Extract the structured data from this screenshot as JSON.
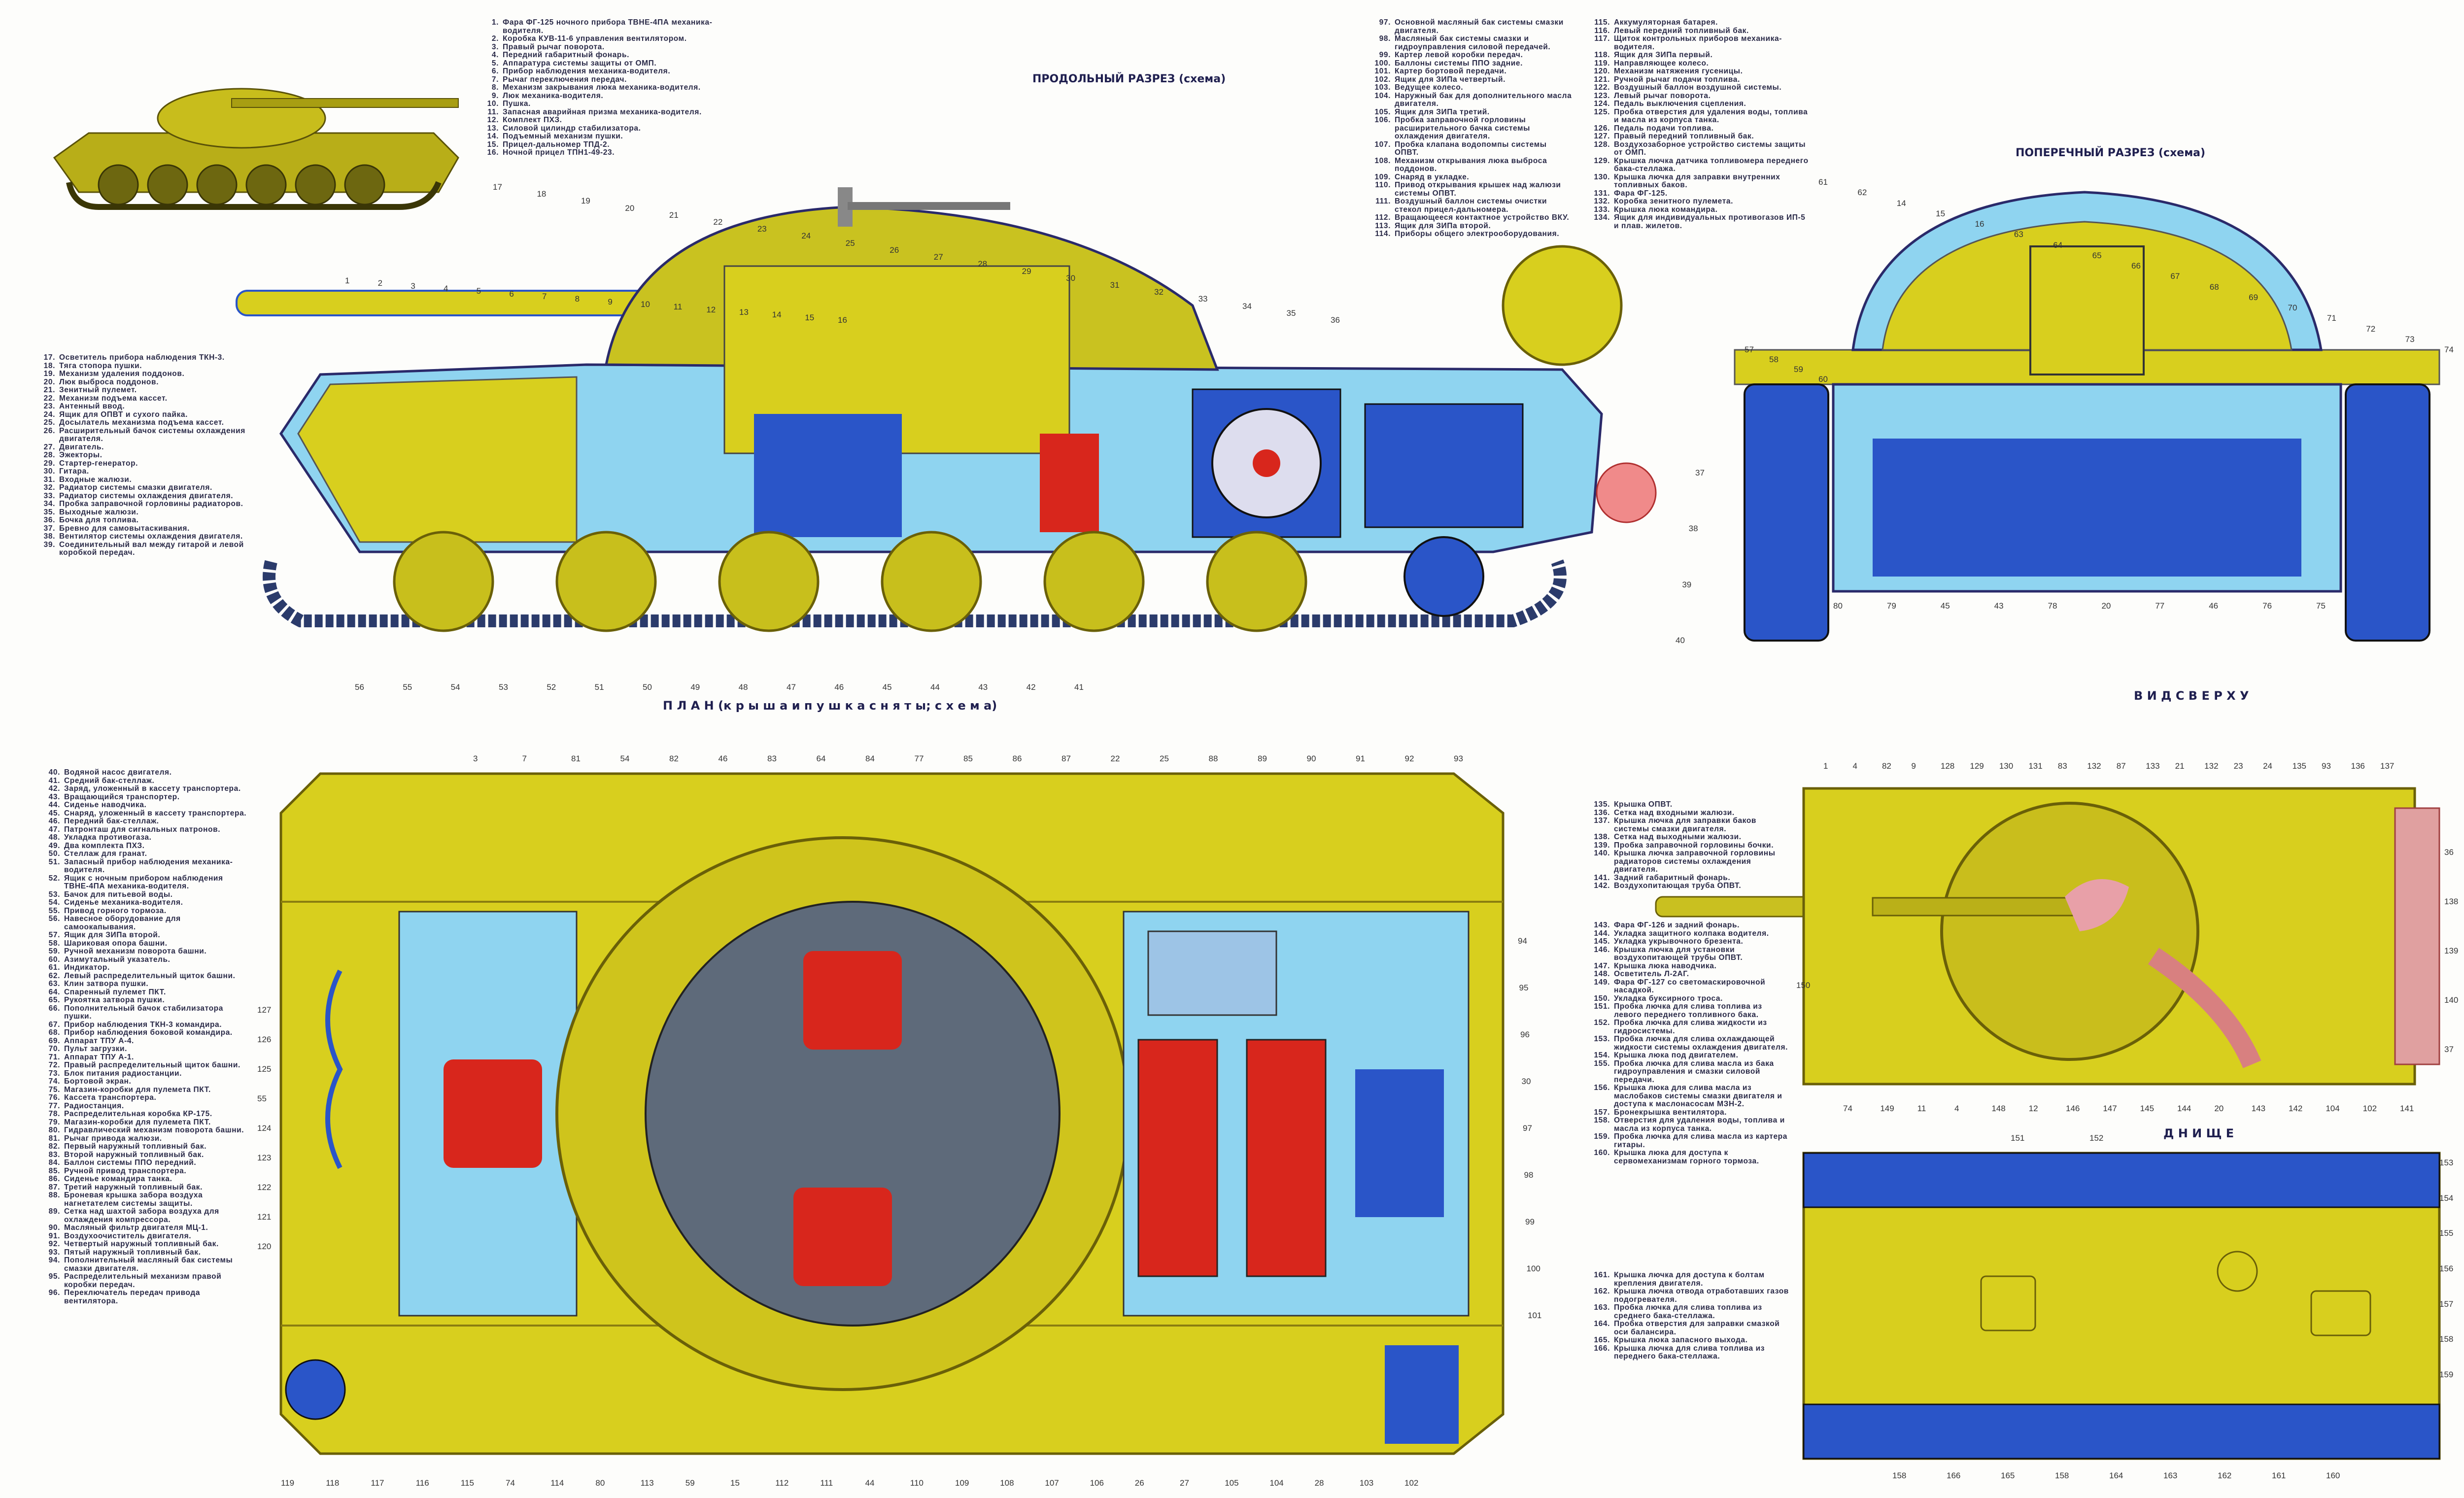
{
  "headings": {
    "longitudinal": "ПРОДОЛЬНЫЙ РАЗРЕЗ (схема)",
    "transverse": "ПОПЕРЕЧНЫЙ РАЗРЕЗ (схема)",
    "plan": "П Л А Н  (к р ы ш а  и  п у ш к а  с н я т ы;  с х е м а)",
    "top_view": "В И Д  С В Е Р Х У",
    "bottom": "Д Н И Щ Е"
  },
  "colors": {
    "hull": "#d8cf1e",
    "hull_dark": "#a59a10",
    "interior": "#8fd4f0",
    "blue": "#2a55c8",
    "red": "#d8261c",
    "track": "#2b3b6b"
  },
  "legends": [
    {
      "key": "l1",
      "items": [
        {
          "n": "1.",
          "t": "Фара ФГ-125 ночного прибора ТВНЕ-4ПА механика-водителя."
        },
        {
          "n": "2.",
          "t": "Коробка КУВ-11-6 управления вентилятором."
        },
        {
          "n": "3.",
          "t": "Правый рычаг поворота."
        },
        {
          "n": "4.",
          "t": "Передний габаритный фонарь."
        },
        {
          "n": "5.",
          "t": "Аппаратура системы защиты от ОМП."
        },
        {
          "n": "6.",
          "t": "Прибор наблюдения механика-водителя."
        },
        {
          "n": "7.",
          "t": "Рычаг переключения передач."
        },
        {
          "n": "8.",
          "t": "Механизм закрывания люка механика-водителя."
        },
        {
          "n": "9.",
          "t": "Люк механика-водителя."
        },
        {
          "n": "10.",
          "t": "Пушка."
        },
        {
          "n": "11.",
          "t": "Запасная аварийная призма механика-водителя."
        },
        {
          "n": "12.",
          "t": "Комплект ПХЗ."
        },
        {
          "n": "13.",
          "t": "Силовой цилиндр стабилизатора."
        },
        {
          "n": "14.",
          "t": "Подъемный механизм пушки."
        },
        {
          "n": "15.",
          "t": "Прицел-дальномер ТПД-2."
        },
        {
          "n": "16.",
          "t": "Ночной прицел ТПН1-49-23."
        }
      ]
    },
    {
      "key": "l2",
      "items": [
        {
          "n": "17.",
          "t": "Осветитель прибора наблюдения ТКН-3."
        },
        {
          "n": "18.",
          "t": "Тяга стопора пушки."
        },
        {
          "n": "19.",
          "t": "Механизм удаления поддонов."
        },
        {
          "n": "20.",
          "t": "Люк выброса поддонов."
        },
        {
          "n": "21.",
          "t": "Зенитный пулемет."
        },
        {
          "n": "22.",
          "t": "Механизм подъема кассет."
        },
        {
          "n": "23.",
          "t": "Антенный ввод."
        },
        {
          "n": "24.",
          "t": "Ящик для ОПВТ и сухого пайка."
        },
        {
          "n": "25.",
          "t": "Досылатель механизма подъема кассет."
        },
        {
          "n": "26.",
          "t": "Расширительный бачок системы охлаждения двигателя."
        },
        {
          "n": "27.",
          "t": "Двигатель."
        },
        {
          "n": "28.",
          "t": "Эжекторы."
        },
        {
          "n": "29.",
          "t": "Стартер-генератор."
        },
        {
          "n": "30.",
          "t": "Гитара."
        },
        {
          "n": "31.",
          "t": "Входные жалюзи."
        },
        {
          "n": "32.",
          "t": "Радиатор системы смазки двигателя."
        },
        {
          "n": "33.",
          "t": "Радиатор системы охлаждения двигателя."
        },
        {
          "n": "34.",
          "t": "Пробка заправочной горловины радиаторов."
        },
        {
          "n": "35.",
          "t": "Выходные жалюзи."
        },
        {
          "n": "36.",
          "t": "Бочка для топлива."
        },
        {
          "n": "37.",
          "t": "Бревно для самовытаскивания."
        },
        {
          "n": "38.",
          "t": "Вентилятор системы охлаждения двигателя."
        },
        {
          "n": "39.",
          "t": "Соединительный вал между гитарой и левой коробкой передач."
        }
      ]
    },
    {
      "key": "l3",
      "items": [
        {
          "n": "97.",
          "t": "Основной масляный бак системы смазки двигателя."
        },
        {
          "n": "98.",
          "t": "Масляный бак системы смазки и гидроуправления силовой передачей."
        },
        {
          "n": "99.",
          "t": "Картер левой коробки передач."
        },
        {
          "n": "100.",
          "t": "Баллоны системы ППО задние."
        },
        {
          "n": "101.",
          "t": "Картер бортовой передачи."
        },
        {
          "n": "102.",
          "t": "Ящик для ЗИПа четвертый."
        },
        {
          "n": "103.",
          "t": "Ведущее колесо."
        },
        {
          "n": "104.",
          "t": "Наружный бак для дополнительного масла двигателя."
        },
        {
          "n": "105.",
          "t": "Ящик для ЗИПа третий."
        },
        {
          "n": "106.",
          "t": "Пробка заправочной горловины расширительного бачка системы охлаждения двигателя."
        },
        {
          "n": "107.",
          "t": "Пробка клапана водопомпы системы ОПВТ."
        },
        {
          "n": "108.",
          "t": "Механизм открывания люка выброса поддонов."
        },
        {
          "n": "109.",
          "t": "Снаряд в укладке."
        },
        {
          "n": "110.",
          "t": "Привод открывания крышек над жалюзи системы ОПВТ."
        },
        {
          "n": "111.",
          "t": "Воздушный баллон системы очистки стекол прицел-дальномера."
        },
        {
          "n": "112.",
          "t": "Вращающееся контактное устройство ВКУ."
        },
        {
          "n": "113.",
          "t": "Ящик для ЗИПа второй."
        },
        {
          "n": "114.",
          "t": "Приборы общего электрооборудования."
        }
      ]
    },
    {
      "key": "l4",
      "items": [
        {
          "n": "115.",
          "t": "Аккумуляторная батарея."
        },
        {
          "n": "116.",
          "t": "Левый передний топливный бак."
        },
        {
          "n": "117.",
          "t": "Щиток контрольных приборов механика-водителя."
        },
        {
          "n": "118.",
          "t": "Ящик для ЗИПа первый."
        },
        {
          "n": "119.",
          "t": "Направляющее колесо."
        },
        {
          "n": "120.",
          "t": "Механизм натяжения гусеницы."
        },
        {
          "n": "121.",
          "t": "Ручной рычаг подачи топлива."
        },
        {
          "n": "122.",
          "t": "Воздушный баллон воздушной системы."
        },
        {
          "n": "123.",
          "t": "Левый рычаг поворота."
        },
        {
          "n": "124.",
          "t": "Педаль выключения сцепления."
        },
        {
          "n": "125.",
          "t": "Пробка отверстия для удаления воды, топлива и масла из корпуса танка."
        },
        {
          "n": "126.",
          "t": "Педаль подачи топлива."
        },
        {
          "n": "127.",
          "t": "Правый передний топливный бак."
        },
        {
          "n": "128.",
          "t": "Воздухозаборное устройство системы защиты от ОМП."
        },
        {
          "n": "129.",
          "t": "Крышка лючка датчика топливомера переднего бака-стеллажа."
        },
        {
          "n": "130.",
          "t": "Крышка лючка для заправки внутренних топливных баков."
        },
        {
          "n": "131.",
          "t": "Фара ФГ-125."
        },
        {
          "n": "132.",
          "t": "Коробка зенитного пулемета."
        },
        {
          "n": "133.",
          "t": "Крышка люка командира."
        },
        {
          "n": "134.",
          "t": "Ящик для индивидуальных противогазов ИП-5 и плав. жилетов."
        }
      ]
    },
    {
      "key": "l5",
      "items": [
        {
          "n": "40.",
          "t": "Водяной насос двигателя."
        },
        {
          "n": "41.",
          "t": "Средний бак-стеллаж."
        },
        {
          "n": "42.",
          "t": "Заряд, уложенный в кассету транспортера."
        },
        {
          "n": "43.",
          "t": "Вращающийся транспортер."
        },
        {
          "n": "44.",
          "t": "Сиденье наводчика."
        },
        {
          "n": "45.",
          "t": "Снаряд, уложенный в кассету транспортера."
        },
        {
          "n": "46.",
          "t": "Передний бак-стеллаж."
        },
        {
          "n": "47.",
          "t": "Патронташ для сигнальных патронов."
        },
        {
          "n": "48.",
          "t": "Укладка противогаза."
        },
        {
          "n": "49.",
          "t": "Два комплекта ПХЗ."
        },
        {
          "n": "50.",
          "t": "Стеллаж для гранат."
        },
        {
          "n": "51.",
          "t": "Запасный прибор наблюдения механика-водителя."
        },
        {
          "n": "52.",
          "t": "Ящик с ночным прибором наблюдения ТВНЕ-4ПА механика-водителя."
        },
        {
          "n": "53.",
          "t": "Бачок для питьевой воды."
        },
        {
          "n": "54.",
          "t": "Сиденье механика-водителя."
        },
        {
          "n": "55.",
          "t": "Привод горного тормоза."
        },
        {
          "n": "56.",
          "t": "Навесное оборудование для самоокапывания."
        },
        {
          "n": "57.",
          "t": "Ящик для ЗИПа второй."
        },
        {
          "n": "58.",
          "t": "Шариковая опора башни."
        },
        {
          "n": "59.",
          "t": "Ручной механизм поворота башни."
        },
        {
          "n": "60.",
          "t": "Азимутальный указатель."
        },
        {
          "n": "61.",
          "t": "Индикатор."
        },
        {
          "n": "62.",
          "t": "Левый распределительный щиток башни."
        },
        {
          "n": "63.",
          "t": "Клин затвора пушки."
        },
        {
          "n": "64.",
          "t": "Спаренный пулемет ПКТ."
        },
        {
          "n": "65.",
          "t": "Рукоятка затвора пушки."
        },
        {
          "n": "66.",
          "t": "Пополнительный бачок стабилизатора пушки."
        },
        {
          "n": "67.",
          "t": "Прибор наблюдения ТКН-3 командира."
        },
        {
          "n": "68.",
          "t": "Прибор наблюдения боковой командира."
        },
        {
          "n": "69.",
          "t": "Аппарат ТПУ А-4."
        },
        {
          "n": "70.",
          "t": "Пульт загрузки."
        },
        {
          "n": "71.",
          "t": "Аппарат ТПУ А-1."
        },
        {
          "n": "72.",
          "t": "Правый распределительный щиток башни."
        },
        {
          "n": "73.",
          "t": "Блок питания радиостанции."
        },
        {
          "n": "74.",
          "t": "Бортовой экран."
        },
        {
          "n": "75.",
          "t": "Магазин-коробки для пулемета ПКТ."
        },
        {
          "n": "76.",
          "t": "Кассета транспортера."
        },
        {
          "n": "77.",
          "t": "Радиостанция."
        },
        {
          "n": "78.",
          "t": "Распределительная коробка КР-175."
        },
        {
          "n": "79.",
          "t": "Магазин-коробки для пулемета ПКТ."
        },
        {
          "n": "80.",
          "t": "Гидравлический механизм поворота башни."
        },
        {
          "n": "81.",
          "t": "Рычаг привода жалюзи."
        },
        {
          "n": "82.",
          "t": "Первый наружный топливный бак."
        },
        {
          "n": "83.",
          "t": "Второй наружный топливный бак."
        },
        {
          "n": "84.",
          "t": "Баллон системы ППО передний."
        },
        {
          "n": "85.",
          "t": "Ручной привод транспортера."
        },
        {
          "n": "86.",
          "t": "Сиденье командира танка."
        },
        {
          "n": "87.",
          "t": "Третий наружный топливный бак."
        },
        {
          "n": "88.",
          "t": "Броневая крышка забора воздуха нагнетателем системы защиты."
        },
        {
          "n": "89.",
          "t": "Сетка над шахтой забора воздуха для охлаждения компрессора."
        },
        {
          "n": "90.",
          "t": "Масляный фильтр двигателя МЦ-1."
        },
        {
          "n": "91.",
          "t": "Воздухоочиститель двигателя."
        },
        {
          "n": "92.",
          "t": "Четвертый наружный топливный бак."
        },
        {
          "n": "93.",
          "t": "Пятый наружный топливный бак."
        },
        {
          "n": "94.",
          "t": "Пополнительный масляный бак системы смазки двигателя."
        },
        {
          "n": "95.",
          "t": "Распределительный механизм правой коробки передач."
        },
        {
          "n": "96.",
          "t": "Переключатель передач привода вентилятора."
        }
      ]
    },
    {
      "key": "l6",
      "items": [
        {
          "n": "135.",
          "t": "Крышка ОПВТ."
        },
        {
          "n": "136.",
          "t": "Сетка над входными жалюзи."
        },
        {
          "n": "137.",
          "t": "Крышка лючка для заправки баков системы смазки двигателя."
        },
        {
          "n": "138.",
          "t": "Сетка над выходными жалюзи."
        },
        {
          "n": "139.",
          "t": "Пробка заправочной горловины бочки."
        },
        {
          "n": "140.",
          "t": "Крышка лючка заправочной горловины радиаторов системы охлаждения двигателя."
        },
        {
          "n": "141.",
          "t": "Задний габаритный фонарь."
        },
        {
          "n": "142.",
          "t": "Воздухопитающая труба ОПВТ."
        }
      ]
    },
    {
      "key": "l7",
      "items": [
        {
          "n": "143.",
          "t": "Фара ФГ-126 и задний фонарь."
        },
        {
          "n": "144.",
          "t": "Укладка защитного колпака водителя."
        },
        {
          "n": "145.",
          "t": "Укладка укрывочного брезента."
        },
        {
          "n": "146.",
          "t": "Крышка лючка для установки воздухопитающей трубы ОПВТ."
        },
        {
          "n": "147.",
          "t": "Крышка люка наводчика."
        },
        {
          "n": "148.",
          "t": "Осветитель Л-2АГ."
        },
        {
          "n": "149.",
          "t": "Фара ФГ-127 со светомаскировочной насадкой."
        },
        {
          "n": "150.",
          "t": "Укладка буксирного троса."
        },
        {
          "n": "151.",
          "t": "Пробка лючка для слива топлива из левого переднего топливного бака."
        },
        {
          "n": "152.",
          "t": "Пробка лючка для слива жидкости из гидросистемы."
        },
        {
          "n": "153.",
          "t": "Пробка лючка для слива охлаждающей жидкости системы охлаждения двигателя."
        },
        {
          "n": "154.",
          "t": "Крышка люка под двигателем."
        },
        {
          "n": "155.",
          "t": "Пробка лючка для слива масла из бака гидроуправления и смазки силовой передачи."
        },
        {
          "n": "156.",
          "t": "Крышка люка для слива масла из маслобаков системы смазки двигателя и доступа к маслонасосам МЗН-2."
        },
        {
          "n": "157.",
          "t": "Бронекрышка вентилятора."
        },
        {
          "n": "158.",
          "t": "Отверстия для удаления воды, топлива и масла из корпуса танка."
        },
        {
          "n": "159.",
          "t": "Пробка лючка для слива масла из картера гитары."
        },
        {
          "n": "160.",
          "t": "Крышка люка для доступа к сервомеханизмам горного тормоза."
        }
      ]
    },
    {
      "key": "l8",
      "items": [
        {
          "n": "161.",
          "t": "Крышка лючка для доступа к болтам крепления двигателя."
        },
        {
          "n": "162.",
          "t": "Крышка лючка отвода отработавших газов подогревателя."
        },
        {
          "n": "163.",
          "t": "Пробка лючка для слива топлива из среднего бака-стеллажа."
        },
        {
          "n": "164.",
          "t": "Пробка отверстия для заправки смазкой оси балансира."
        },
        {
          "n": "165.",
          "t": "Крышка люка запасного выхода."
        },
        {
          "n": "166.",
          "t": "Крышка лючка для слива топлива из переднего бака-стеллажа."
        }
      ]
    }
  ],
  "callouts": {
    "side_top": [
      "17",
      "18",
      "19",
      "20",
      "21",
      "22",
      "23",
      "24",
      "25",
      "26",
      "27",
      "28",
      "29",
      "30",
      "31",
      "32",
      "33",
      "34",
      "35",
      "36"
    ],
    "side_upper": [
      "1",
      "2",
      "3",
      "4",
      "5",
      "6",
      "7",
      "8",
      "9",
      "10",
      "11",
      "12",
      "13",
      "14",
      "15",
      "16"
    ],
    "side_right": [
      "37",
      "38",
      "39",
      "40"
    ],
    "side_bottom": [
      "56",
      "55",
      "54",
      "53",
      "52",
      "51",
      "50",
      "49",
      "48",
      "47",
      "46",
      "45",
      "44",
      "43",
      "42",
      "41"
    ],
    "cross_top": [
      "61",
      "62",
      "14",
      "15",
      "16",
      "63",
      "64",
      "65",
      "66",
      "67",
      "68",
      "69",
      "70",
      "71",
      "72",
      "73",
      "74"
    ],
    "cross_left": [
      "60",
      "59",
      "58",
      "57"
    ],
    "cross_bottom": [
      "80",
      "79",
      "45",
      "43",
      "78",
      "20",
      "77",
      "46",
      "76",
      "75"
    ],
    "plan_top": [
      "3",
      "7",
      "81",
      "54",
      "82",
      "46",
      "83",
      "64",
      "84",
      "77",
      "85",
      "86",
      "87",
      "22",
      "25",
      "88",
      "89",
      "90",
      "91",
      "92",
      "93"
    ],
    "plan_right": [
      "94",
      "95",
      "96",
      "30",
      "97",
      "98",
      "99",
      "100",
      "101"
    ],
    "plan_left": [
      "127",
      "126",
      "125",
      "55",
      "124",
      "123",
      "122",
      "121",
      "120"
    ],
    "plan_bottom": [
      "119",
      "118",
      "117",
      "116",
      "115",
      "74",
      "114",
      "80",
      "113",
      "59",
      "15",
      "112",
      "111",
      "44",
      "110",
      "109",
      "108",
      "107",
      "106",
      "26",
      "27",
      "105",
      "104",
      "28",
      "103",
      "102"
    ],
    "top_top": [
      "1",
      "4",
      "82",
      "9",
      "128",
      "129",
      "130",
      "131",
      "83",
      "132",
      "87",
      "133",
      "21",
      "132",
      "23",
      "24",
      "135",
      "93",
      "136",
      "137"
    ],
    "top_right": [
      "36",
      "138",
      "139",
      "140",
      "37"
    ],
    "top_bottom": [
      "74",
      "149",
      "11",
      "4",
      "148",
      "12",
      "146",
      "147",
      "145",
      "144",
      "20",
      "143",
      "142",
      "104",
      "102",
      "141"
    ],
    "top_left": [
      "150"
    ],
    "bottom_top": [
      "151",
      "152"
    ],
    "bottom_right": [
      "153",
      "154",
      "155",
      "156",
      "157",
      "158",
      "159"
    ],
    "bottom_bottom": [
      "158",
      "166",
      "165",
      "158",
      "164",
      "163",
      "162",
      "161",
      "160"
    ]
  }
}
